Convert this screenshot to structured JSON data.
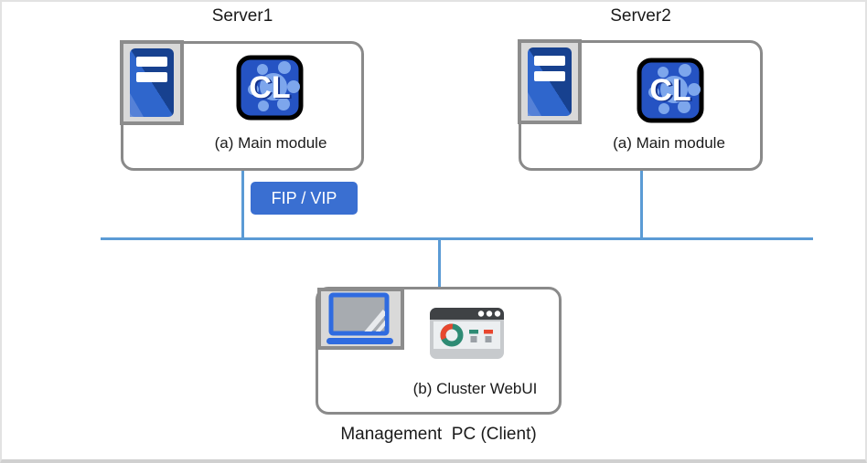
{
  "diagram": {
    "servers": [
      {
        "title": "Server1",
        "module_label": "(a) Main module"
      },
      {
        "title": "Server2",
        "module_label": "(a) Main module"
      }
    ],
    "badge": {
      "label": "FIP / VIP"
    },
    "management_pc": {
      "module_label": "(b) Cluster WebUI",
      "caption": "Management  PC (Client)"
    },
    "icons": {
      "server": "server-tower-icon",
      "cluster_app": "cl-cluster-app-icon",
      "laptop": "laptop-icon",
      "webui": "browser-dashboard-icon"
    },
    "colors": {
      "network_line": "#5B9BD5",
      "badge_blue": "#3A6FD1",
      "box_border": "#8A8A8A",
      "server_blue_light": "#2F66CC",
      "server_blue_dark": "#17418F",
      "cl_icon_blue": "#2553C3",
      "cl_gear_blue": "#7DA6EC",
      "donut_teal": "#2E8B74",
      "alert_red": "#E8472E",
      "laptop_blue": "#2F6BE0"
    }
  }
}
